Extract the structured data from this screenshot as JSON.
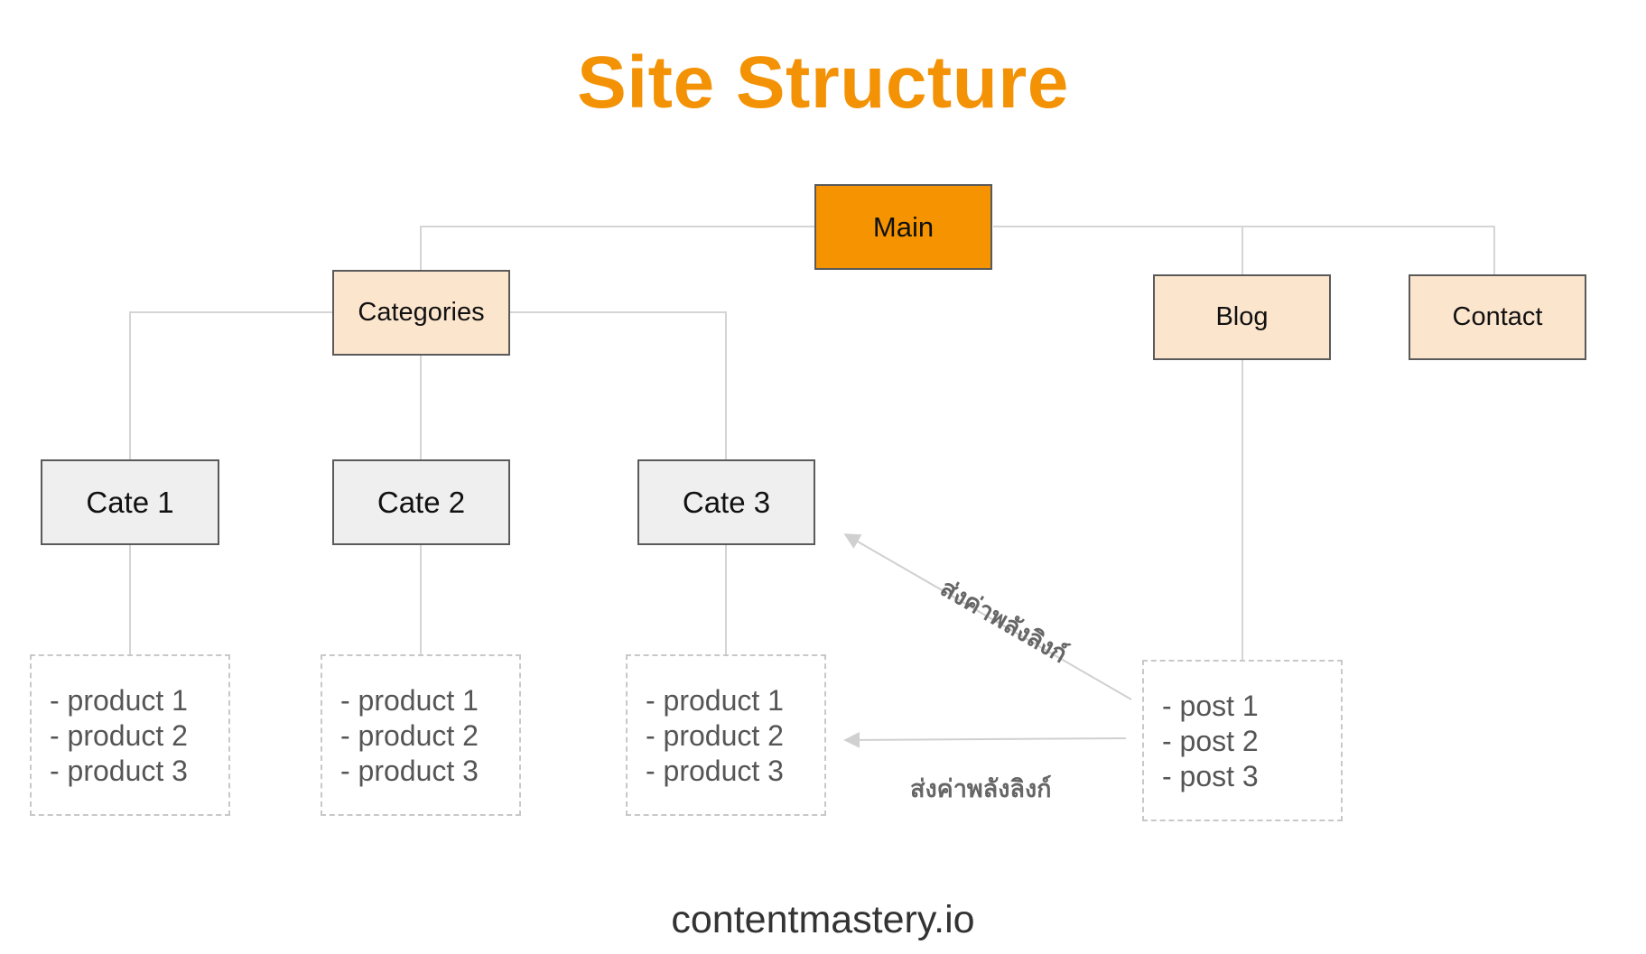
{
  "title": "Site Structure",
  "nodes": {
    "main": "Main",
    "categories": "Categories",
    "blog": "Blog",
    "contact": "Contact",
    "cate1": "Cate 1",
    "cate2": "Cate 2",
    "cate3": "Cate 3"
  },
  "lists": {
    "cate1": [
      "- product 1",
      "- product 2",
      "- product 3"
    ],
    "cate2": [
      "- product 1",
      "- product 2",
      "- product 3"
    ],
    "cate3": [
      "- product 1",
      "- product 2",
      "- product 3"
    ],
    "blog": [
      "- post 1",
      "- post 2",
      "- post 3"
    ]
  },
  "annotations": {
    "link_to_category": "ส่งค่าพลังลิงก์",
    "link_to_products": "ส่งค่าพลังลิงก์"
  },
  "footer": "contentmastery.io",
  "colors": {
    "title": "#f39204",
    "main_node": "#f59300",
    "section_node": "#fce5cd",
    "cate_node": "#efefef",
    "connector": "#d5d5d5"
  }
}
